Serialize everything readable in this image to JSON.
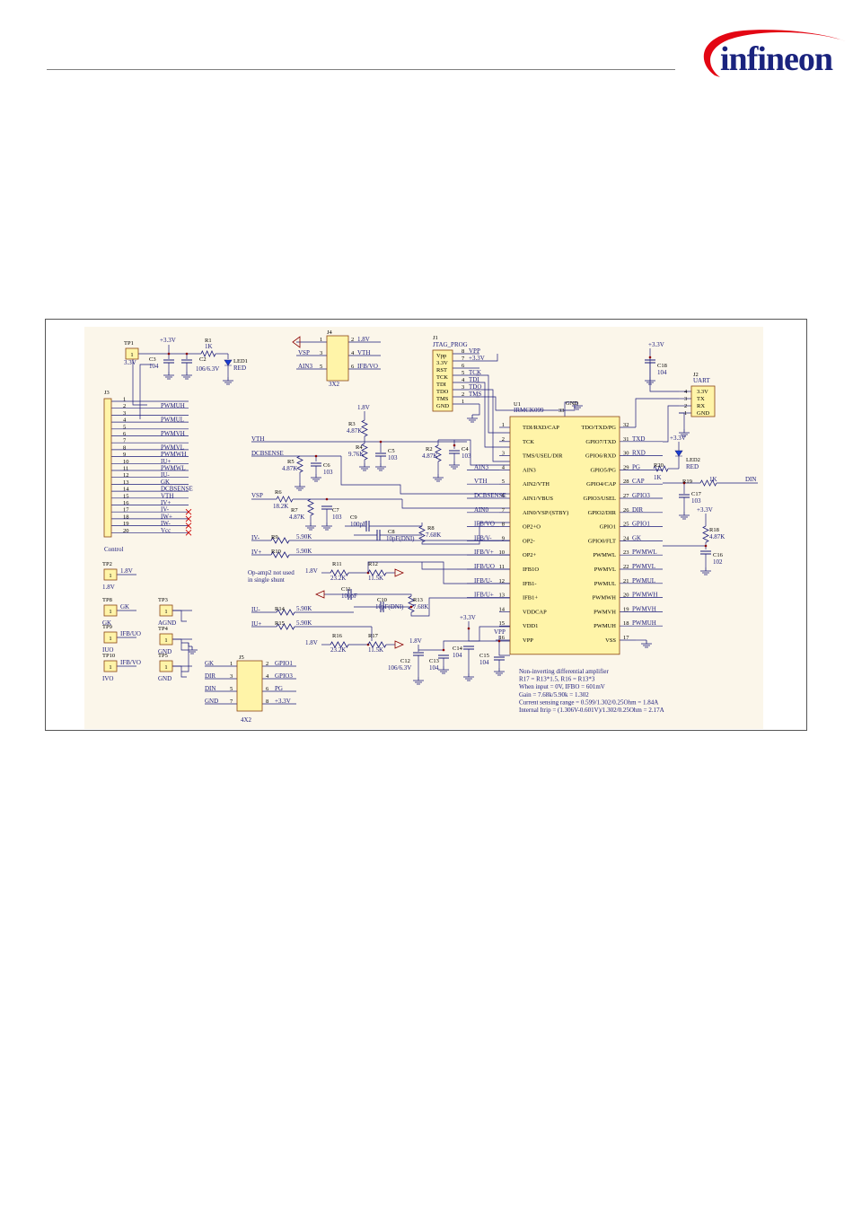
{
  "header": {
    "logo_text": "infineon",
    "brand_color": "#1a237e",
    "accent_color": "#e30613"
  },
  "schematic": {
    "background": "#fbf6ea",
    "ic": {
      "ref": "U1",
      "part": "IRMCK099",
      "gnd_label": "GND",
      "gnd_pin": "33",
      "left_pins": [
        {
          "n": "1",
          "name": "TDI/RXD/CAP"
        },
        {
          "n": "2",
          "name": "TCK"
        },
        {
          "n": "3",
          "name": "TMS/USEL/DIR"
        },
        {
          "n": "4",
          "name": "AIN3"
        },
        {
          "n": "5",
          "name": "AIN2/VTH"
        },
        {
          "n": "6",
          "name": "AIN1/VBUS"
        },
        {
          "n": "7",
          "name": "AIN0/VSP/(STBY)"
        },
        {
          "n": "8",
          "name": "OP2+O"
        },
        {
          "n": "9",
          "name": "OP2-"
        },
        {
          "n": "10",
          "name": "OP2+"
        },
        {
          "n": "11",
          "name": "IFB1O"
        },
        {
          "n": "12",
          "name": "IFB1-"
        },
        {
          "n": "13",
          "name": "IFB1+"
        },
        {
          "n": "14",
          "name": "VDDCAP"
        },
        {
          "n": "15",
          "name": "VDD1"
        },
        {
          "n": "16",
          "name": "VPP"
        }
      ],
      "right_pins": [
        {
          "n": "32",
          "name": "TDO/TXD/PG"
        },
        {
          "n": "31",
          "name": "GPIO7/TXD"
        },
        {
          "n": "30",
          "name": "GPIO6/RXD"
        },
        {
          "n": "29",
          "name": "GPIO5/PG"
        },
        {
          "n": "28",
          "name": "GPIO4/CAP"
        },
        {
          "n": "27",
          "name": "GPIO3/USEL"
        },
        {
          "n": "26",
          "name": "GPIO2/DIR"
        },
        {
          "n": "25",
          "name": "GPIO1"
        },
        {
          "n": "24",
          "name": "GPIO0/FLT"
        },
        {
          "n": "23",
          "name": "PWMWL"
        },
        {
          "n": "22",
          "name": "PWMVL"
        },
        {
          "n": "21",
          "name": "PWMUL"
        },
        {
          "n": "20",
          "name": "PWMWH"
        },
        {
          "n": "19",
          "name": "PWMVH"
        },
        {
          "n": "18",
          "name": "PWMUH"
        },
        {
          "n": "17",
          "name": "VSS"
        }
      ],
      "left_nets": [
        "",
        "",
        "",
        "AIN3",
        "VTH",
        "DCBSENSE",
        "AIN0",
        "IFB/VO",
        "IFB/V-",
        "IFB/V+",
        "IFB/UO",
        "IFB/U-",
        "IFB/U+",
        "",
        "",
        ""
      ],
      "right_nets": [
        "",
        "TXD",
        "RXD",
        "PG",
        "CAP",
        "GPIO3",
        "DIR",
        "GPIO1",
        "GK",
        "PWMWL",
        "PWMVL",
        "PWMUL",
        "PWMWH",
        "PWMVH",
        "PWMUH",
        ""
      ]
    },
    "j3": {
      "ref": "J3",
      "name": "Control",
      "pins": [
        "1",
        "2",
        "3",
        "4",
        "5",
        "6",
        "7",
        "8",
        "9",
        "10",
        "11",
        "12",
        "13",
        "14",
        "15",
        "16",
        "17",
        "18",
        "19",
        "20"
      ],
      "nets": [
        "",
        "PWMUH",
        "",
        "PWMUL",
        "",
        "PWMVH",
        "",
        "PWMVL",
        "PWMWH",
        "IU+",
        "PWMWL",
        "IU-",
        "GK",
        "DCBSENSE",
        "VTH",
        "IV+",
        "IV-",
        "IW+",
        "IW-",
        "Vcc"
      ]
    },
    "j4": {
      "ref": "J4",
      "name": "3X2",
      "left": [
        {
          "net": "",
          "pin": "1"
        },
        {
          "net": "VSP",
          "pin": "3"
        },
        {
          "net": "AIN3",
          "pin": "5"
        }
      ],
      "right": [
        {
          "pin": "2",
          "net": "1.8V"
        },
        {
          "pin": "4",
          "net": "VTH"
        },
        {
          "pin": "6",
          "net": "IFB/VO"
        }
      ]
    },
    "j1": {
      "ref": "J1",
      "name": "JTAG_PROG",
      "labels": [
        "Vpp",
        "3.3V",
        "RST",
        "TCK",
        "TDI",
        "TDO",
        "TMS",
        "GND"
      ],
      "pins": [
        "8",
        "7",
        "6",
        "5",
        "4",
        "3",
        "2",
        "1"
      ],
      "nets": [
        "VPP",
        "+3.3V",
        "",
        "TCK",
        "TDI",
        "TDO",
        "TMS",
        ""
      ]
    },
    "j2": {
      "ref": "J2",
      "name": "UART",
      "labels": [
        "3.3V",
        "TX",
        "RX",
        "GND"
      ],
      "pins": [
        "4",
        "3",
        "2",
        "1"
      ]
    },
    "j5": {
      "ref": "J5",
      "name": "4X2",
      "left": [
        {
          "net": "GK",
          "pin": "1"
        },
        {
          "net": "DIR",
          "pin": "3"
        },
        {
          "net": "DIN",
          "pin": "5"
        },
        {
          "net": "GND",
          "pin": "7"
        }
      ],
      "right": [
        {
          "pin": "2",
          "net": "GPIO1"
        },
        {
          "pin": "4",
          "net": "GPIO3"
        },
        {
          "pin": "6",
          "net": "PG"
        },
        {
          "pin": "8",
          "net": "+3.3V"
        }
      ]
    },
    "testpoints": [
      {
        "ref": "TP1",
        "net": "3.3V",
        "pin": "1",
        "label_below": "3.3V"
      },
      {
        "ref": "TP2",
        "net": "1.8V",
        "pin": "1",
        "label_below": "1.8V"
      },
      {
        "ref": "TP8",
        "net": "GK",
        "pin": "1",
        "label_below": "GK"
      },
      {
        "ref": "TP9",
        "net": "IFB/UO",
        "pin": "1",
        "label_below": "IUO"
      },
      {
        "ref": "TP10",
        "net": "IFB/VO",
        "pin": "1",
        "label_below": "IVO"
      },
      {
        "ref": "TP3",
        "net": "",
        "pin": "1",
        "label_below": "AGND"
      },
      {
        "ref": "TP4",
        "net": "",
        "pin": "1",
        "label_below": "GND"
      },
      {
        "ref": "TP5",
        "net": "",
        "pin": "1",
        "label_below": "GND"
      }
    ],
    "components": [
      {
        "ref": "R1",
        "value": "1K"
      },
      {
        "ref": "LED1",
        "value": "RED"
      },
      {
        "ref": "C3",
        "value": "104"
      },
      {
        "ref": "C2",
        "value": "106/6.3V"
      },
      {
        "ref": "R3",
        "value": "4.87K"
      },
      {
        "ref": "R4",
        "value": "9.76K"
      },
      {
        "ref": "C5",
        "value": "103"
      },
      {
        "ref": "R5",
        "value": "4.87K"
      },
      {
        "ref": "C6",
        "value": "103"
      },
      {
        "ref": "R2",
        "value": "4.87K"
      },
      {
        "ref": "C4",
        "value": "103"
      },
      {
        "ref": "R6",
        "value": "18.2K"
      },
      {
        "ref": "R7",
        "value": "4.87K"
      },
      {
        "ref": "C7",
        "value": "103"
      },
      {
        "ref": "C9",
        "value": "100pF"
      },
      {
        "ref": "C8",
        "value": "10pF(DNI)"
      },
      {
        "ref": "R8",
        "value": "7.68K"
      },
      {
        "ref": "R9",
        "value": "5.90K"
      },
      {
        "ref": "R10",
        "value": "5.90K"
      },
      {
        "ref": "R11",
        "value": "23.2K"
      },
      {
        "ref": "R12",
        "value": "11.5K"
      },
      {
        "ref": "C11",
        "value": "100pF"
      },
      {
        "ref": "C10",
        "value": "10pF(DNI)"
      },
      {
        "ref": "R13",
        "value": "7.68K"
      },
      {
        "ref": "R14",
        "value": "5.90K"
      },
      {
        "ref": "R15",
        "value": "5.90K"
      },
      {
        "ref": "R16",
        "value": "23.2K"
      },
      {
        "ref": "R17",
        "value": "11.5K"
      },
      {
        "ref": "C12",
        "value": "106/6.3V"
      },
      {
        "ref": "C13",
        "value": "104"
      },
      {
        "ref": "C14",
        "value": "104"
      },
      {
        "ref": "C15",
        "value": "104"
      },
      {
        "ref": "C18",
        "value": "104"
      },
      {
        "ref": "R20",
        "value": "1K"
      },
      {
        "ref": "LED2",
        "value": "RED"
      },
      {
        "ref": "R19",
        "value": "1K"
      },
      {
        "ref": "C17",
        "value": "103"
      },
      {
        "ref": "R18",
        "value": "4.87K"
      },
      {
        "ref": "C16",
        "value": "102"
      }
    ],
    "net_labels": {
      "plus33": "+3.3V",
      "v18": "1.8V",
      "vpp": "VPP",
      "vth": "VTH",
      "dcbsense": "DCBSENSE",
      "vsp": "VSP",
      "ivm": "IV-",
      "ivp": "IV+",
      "ium": "IU-",
      "iup": "IU+",
      "din": "DIN"
    },
    "note_opamp": [
      "Op-amp2 not used",
      "in single shunt"
    ],
    "notes": [
      "Non-inverting differential amplifier",
      "R17 = R13*1.5, R16 = R13*3",
      "When input = 0V, IFBO = 601mV",
      "Gain = 7.68k/5.90k = 1.302",
      "Current sensing range = 0.599/1.302/0.25Ohm = 1.84A",
      "Internal Itrip = (1.306V-0.601V)/1.302/0.25Ohm = 2.17A"
    ]
  }
}
